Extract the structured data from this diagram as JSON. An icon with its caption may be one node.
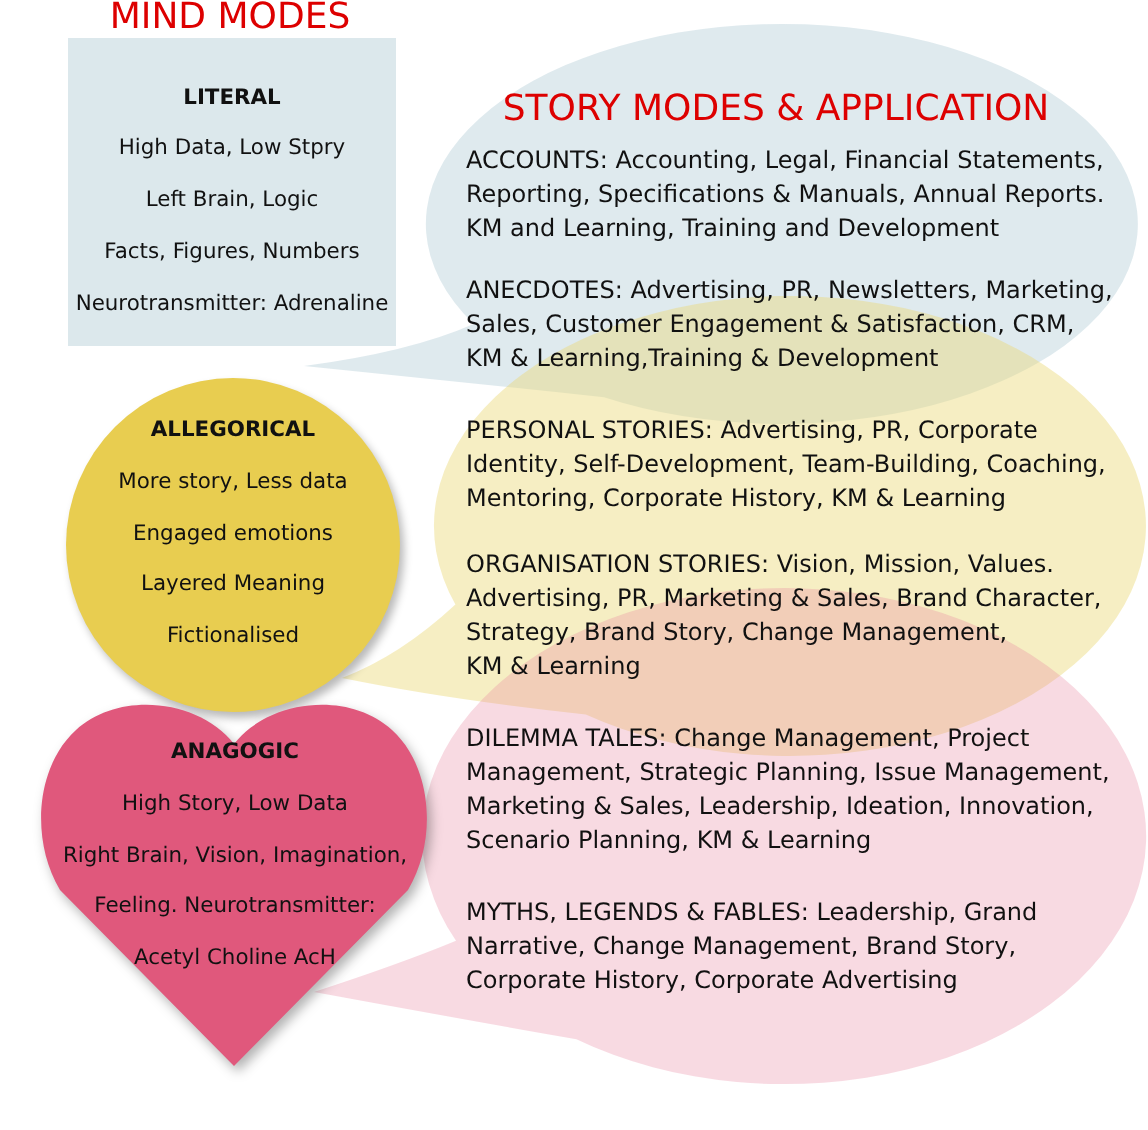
{
  "diagram": {
    "nodes": [
      {
        "text": [
          "LITERAL",
          "High Data, Low Stpry",
          "Left Brain, Logic",
          "Facts, Figures, Numbers",
          "Neurotransmitter: Adrenaline"
        ]
      },
      {
        "text": [
          "ACCOUNTS: Accounting, Legal, Financial Statements, Reporting, Specifications & Manuals, Annual Reports. KM and Learning, Training and Development",
          "ANECDOTES: Advertising, PR, Newsletters, Marketing, Sales, Customer Engagement & Satisfaction, CRM, KM & Learning,Training & Development"
        ]
      },
      {
        "text": [
          "ALLEGORICAL",
          "More story, Less data",
          "Engaged emotions",
          "Layered Meaning",
          "Fictionalised"
        ]
      },
      {
        "text": [
          "PERSONAL STORIES: Advertising, PR, Corporate Identity, Self-Development, Team-Building, Coaching, Mentoring, Corporate History, KM & Learning",
          "ORGANISATION STORIES: Vision, Mission, Values. Advertising, PR, Marketing & Sales, Brand Character, Strategy, Brand Story, Change Management, KM & Learning"
        ]
      },
      {
        "text": [
          "ANAGOGIC",
          "High Story, Low Data",
          "Right Brain, Vision, Imagination,",
          "Feeling. Neurotransmitter:",
          "Acetyl Choline AcH"
        ]
      },
      {
        "text": [
          "DILEMMA TALES: Change Management, Project Management, Strategic Planning, Issue Management, Marketing & Sales, Leadership, Ideation, Innovation, Scenario Planning, KM & Learning",
          "MYTHS, LEGENDS & FABLES: Leadership, Grand Narrative, Change Management, Brand Story, Corporate History, Corporate Advertising"
        ]
      }
    ],
    "labels": [
      "MIND MODES",
      "STORY MODES & APPLICATION"
    ]
  }
}
